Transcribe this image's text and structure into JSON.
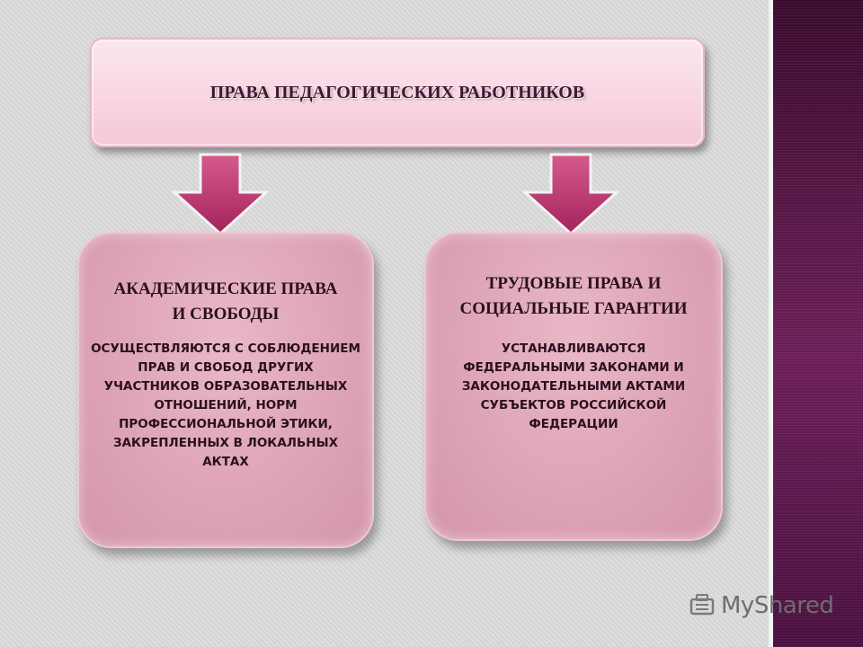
{
  "title": "ПРАВА ПЕДАГОГИЧЕСКИХ РАБОТНИКОВ",
  "cards": [
    {
      "heading": "АКАДЕМИЧЕСКИЕ ПРАВА И СВОБОДЫ",
      "body": "ОСУЩЕСТВЛЯЮТСЯ С СОБЛЮДЕНИЕМ ПРАВ И СВОБОД ДРУГИХ УЧАСТНИКОВ ОБРАЗОВАТЕЛЬНЫХ ОТНОШЕНИЙ, НОРМ ПРОФЕССИОНАЛЬНОЙ ЭТИКИ, ЗАКРЕПЛЕННЫХ В ЛОКАЛЬНЫХ АКТАХ"
    },
    {
      "heading": "ТРУДОВЫЕ ПРАВА И СОЦИАЛЬНЫЕ ГАРАНТИИ",
      "body": "УСТАНАВЛИВАЮТСЯ ФЕДЕРАЛЬНЫМИ ЗАКОНАМИ И ЗАКОНОДАТЕЛЬНЫМИ АКТАМИ СУБЪЕКТОВ РОССИЙСКОЙ ФЕДЕРАЦИИ"
    }
  ],
  "watermark": "MyShared",
  "colors": {
    "arrow_fill": "#b8326a",
    "card_fill": "#dca2b5",
    "title_fill": "#f6c8d7",
    "side_bar": "#6b1f57"
  },
  "icons": [
    "down-arrow-icon",
    "down-arrow-icon",
    "myshared-logo-icon"
  ]
}
